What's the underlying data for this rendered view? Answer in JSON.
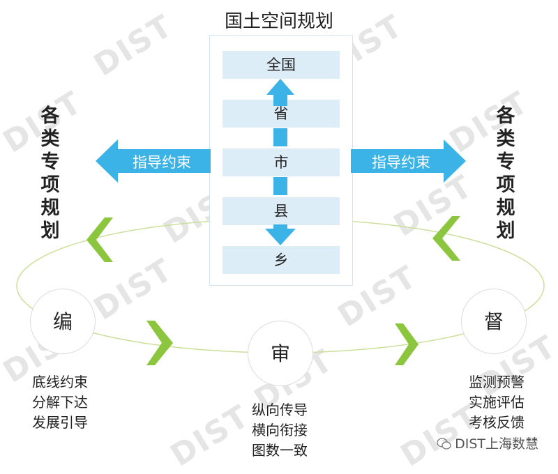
{
  "title": "国土空间规划",
  "levels": [
    "全国",
    "省",
    "市",
    "县",
    "乡"
  ],
  "left_side": {
    "title": [
      "各",
      "类",
      "专",
      "项",
      "规",
      "划"
    ],
    "arrow_label": "指导约束"
  },
  "right_side": {
    "title": [
      "各",
      "类",
      "专",
      "项",
      "规",
      "划"
    ],
    "arrow_label": "指导约束"
  },
  "stages": {
    "bian": {
      "label": "编",
      "lines": [
        "底线约束",
        "分解下达",
        "发展引导"
      ]
    },
    "shen": {
      "label": "审",
      "lines": [
        "纵向传导",
        "横向衔接",
        "图数一致"
      ]
    },
    "du": {
      "label": "督",
      "lines": [
        "监测预警",
        "实施评估",
        "考核反馈"
      ]
    }
  },
  "footer": "DIST上海数慧",
  "watermark_text": "DIST",
  "colors": {
    "blue_arrow": "#3bb3e6",
    "level_fill": "#dcedf7",
    "green_chevron": "#8cc63f",
    "cycle_line": "#ccdf9a"
  },
  "icons": {
    "footer_logo": "wechat-icon"
  }
}
